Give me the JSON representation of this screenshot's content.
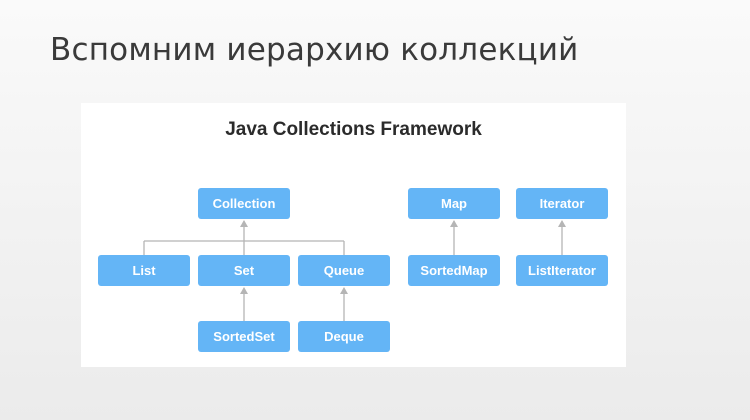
{
  "slide": {
    "title": "Вспомним иерархию коллекций"
  },
  "diagram": {
    "title": "Java Collections Framework",
    "nodes": {
      "collection": "Collection",
      "list": "List",
      "set": "Set",
      "queue": "Queue",
      "sorted_set": "SortedSet",
      "deque": "Deque",
      "map": "Map",
      "sorted_map": "SortedMap",
      "iterator": "Iterator",
      "list_iterator": "ListIterator"
    },
    "colors": {
      "node_fill": "#64b5f6",
      "node_text": "#ffffff",
      "connector": "#b5b5b5"
    }
  }
}
